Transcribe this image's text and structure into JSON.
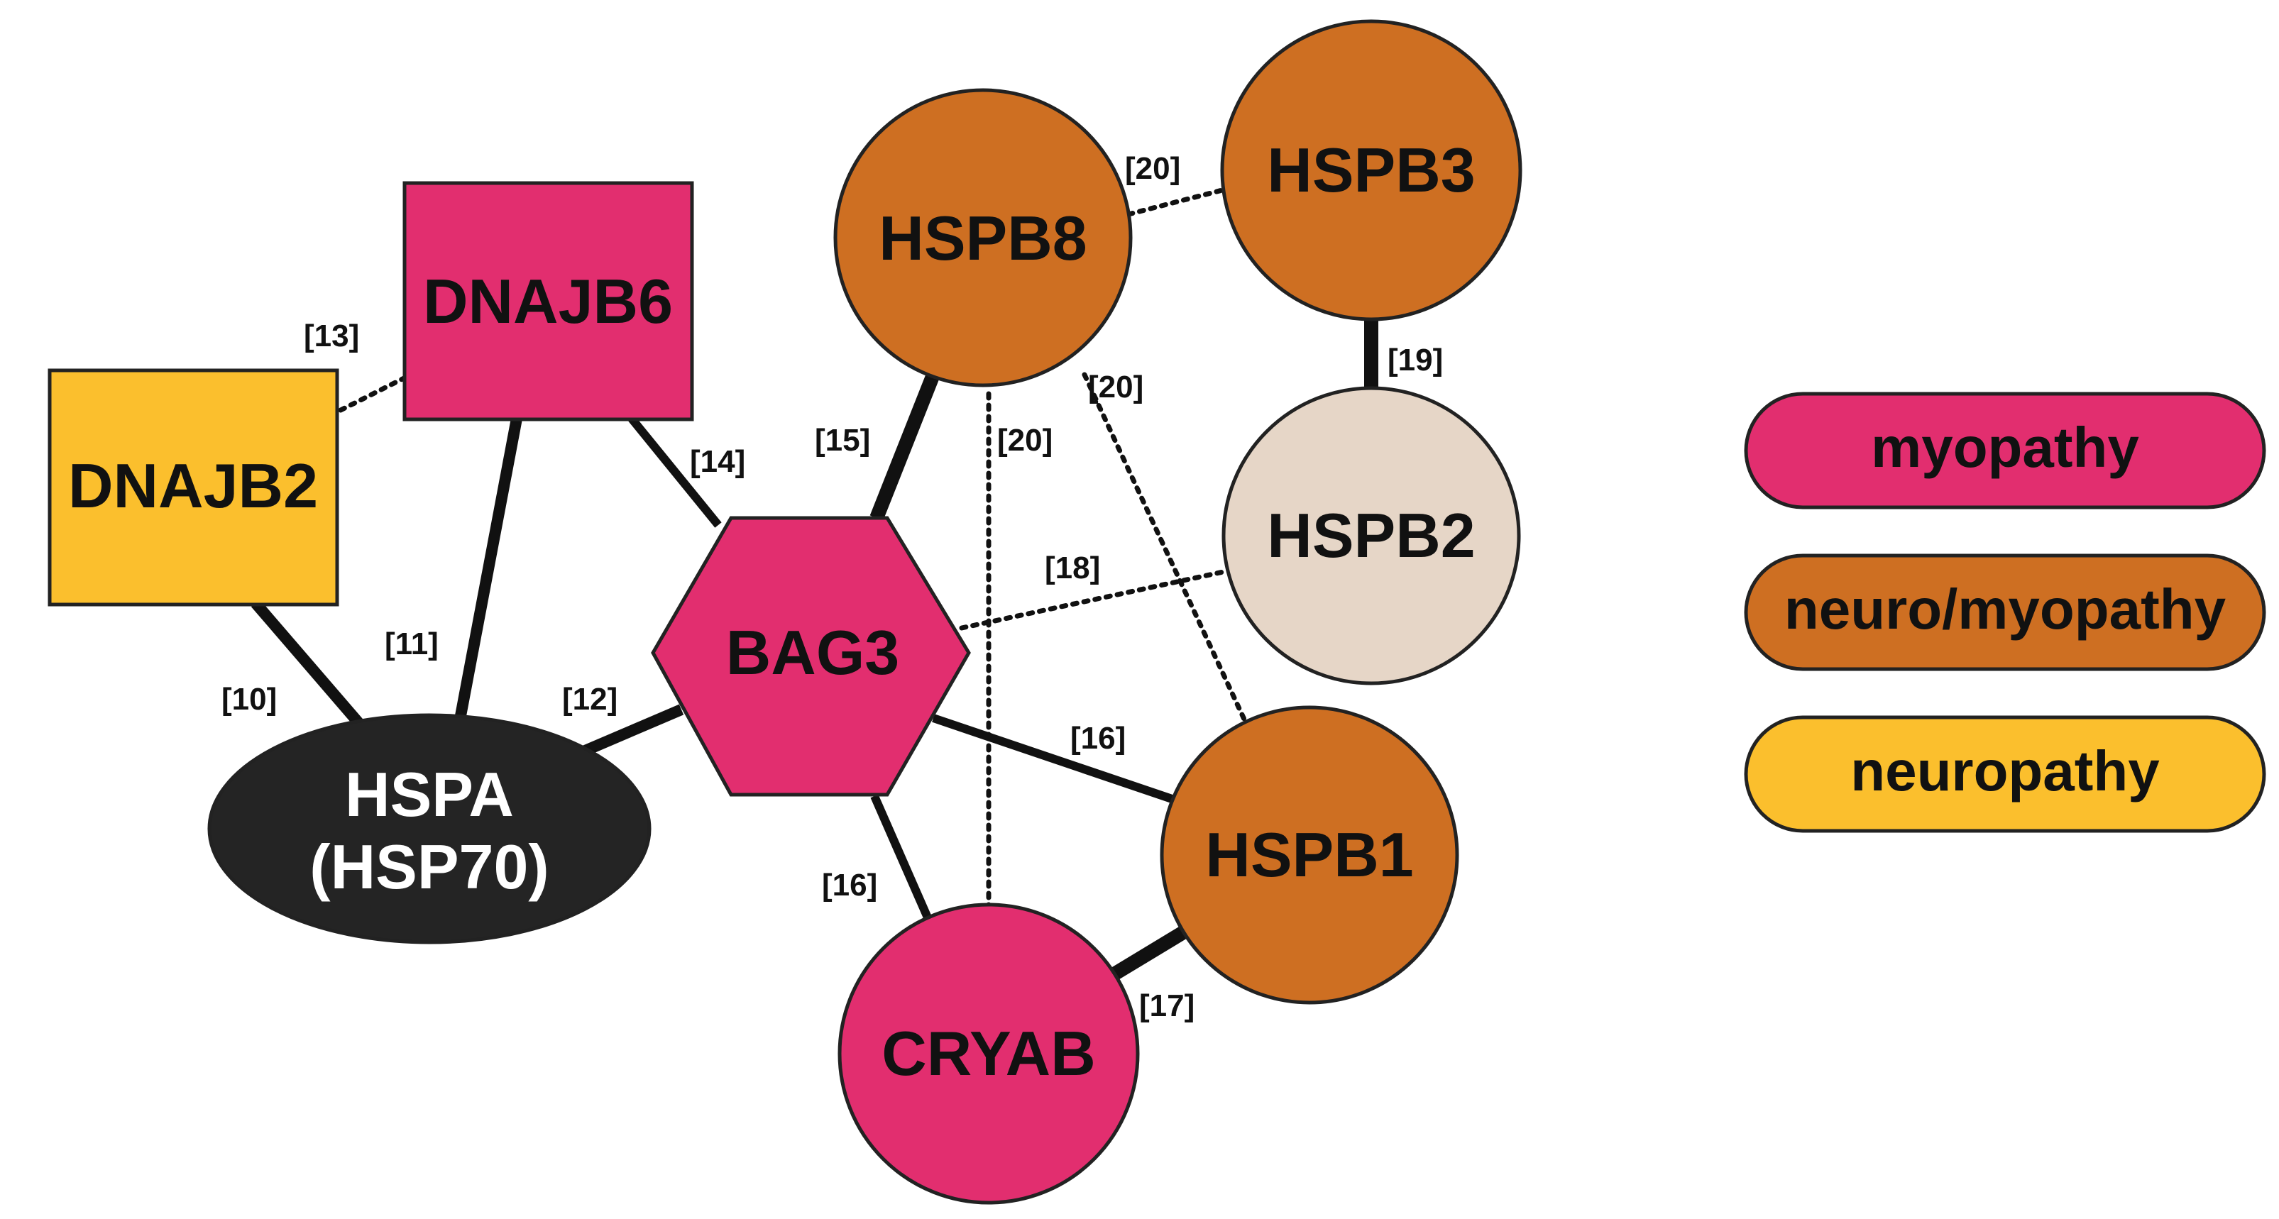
{
  "nodes": {
    "dnajb2": {
      "label": "DNAJB2",
      "color": "#FBBF2D"
    },
    "dnajb6": {
      "label": "DNAJB6",
      "color": "#E22E6F"
    },
    "hspa": {
      "line1": "HSPA",
      "line2": "(HSP70)",
      "color": "#242424"
    },
    "bag3": {
      "label": "BAG3",
      "color": "#E22E6F"
    },
    "hspb8": {
      "label": "HSPB8",
      "color": "#CE6F22"
    },
    "hspb3": {
      "label": "HSPB3",
      "color": "#CE6F22"
    },
    "hspb2": {
      "label": "HSPB2",
      "color": "#E6D6C7"
    },
    "hspb1": {
      "label": "HSPB1",
      "color": "#CE6F22"
    },
    "cryab": {
      "label": "CRYAB",
      "color": "#E22E6F"
    }
  },
  "edges": {
    "dnajb2_hspa": "[10]",
    "dnajb6_hspa": "[11]",
    "hspa_bag3": "[12]",
    "dnajb2_dnajb6": "[13]",
    "dnajb6_bag3": "[14]",
    "bag3_hspb8": "[15]",
    "bag3_hspb1": "[16]",
    "bag3_cryab": "[16]",
    "cryab_hspb1": "[17]",
    "bag3_hspb2": "[18]",
    "hspb3_hspb2": "[19]",
    "hspb8_hspb3": "[20]",
    "hspb8_hspb1": "[20]",
    "hspb8_cryab": "[20]"
  },
  "legend": [
    {
      "label": "myopathy",
      "color": "#E22E6F"
    },
    {
      "label": "neuro/myopathy",
      "color": "#CE6F22"
    },
    {
      "label": "neuropathy",
      "color": "#FBBF2D"
    }
  ]
}
